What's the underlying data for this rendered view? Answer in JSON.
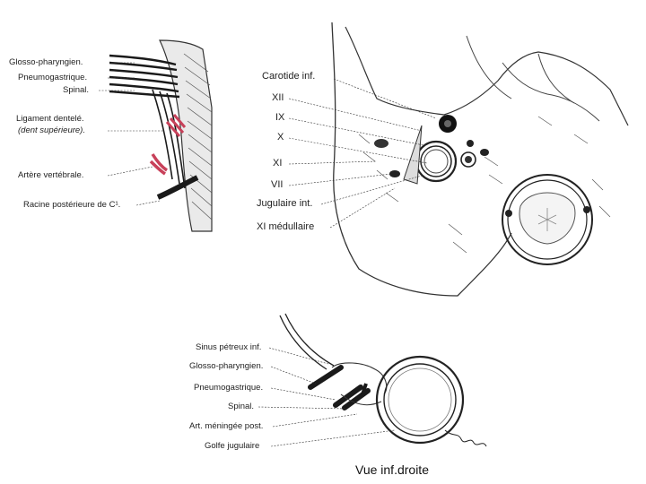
{
  "panel_top_left": {
    "labels": [
      "Glosso-pharyngien.",
      "Pneumogastrique.",
      "Spinal.",
      "Ligament dentelé.",
      "(dent supérieure).",
      "Artère vertébrale.",
      "Racine postérieure de C¹."
    ]
  },
  "panel_top_right": {
    "labels": [
      "Carotide inf.",
      "XII",
      "IX",
      "X",
      "XI",
      "VII",
      "Jugulaire int.",
      "XI médullaire"
    ]
  },
  "panel_bottom": {
    "labels": [
      "Sinus pétreux inf.",
      "Glosso-pharyngien.",
      "Pneumogastrique.",
      "Spinal.",
      "Art. méningée post.",
      "Golfe jugulaire"
    ]
  },
  "caption": "Vue inf.droite",
  "colors": {
    "line": "#222222",
    "vessel": "#c8415a",
    "nerve": "#1a1a1a"
  }
}
